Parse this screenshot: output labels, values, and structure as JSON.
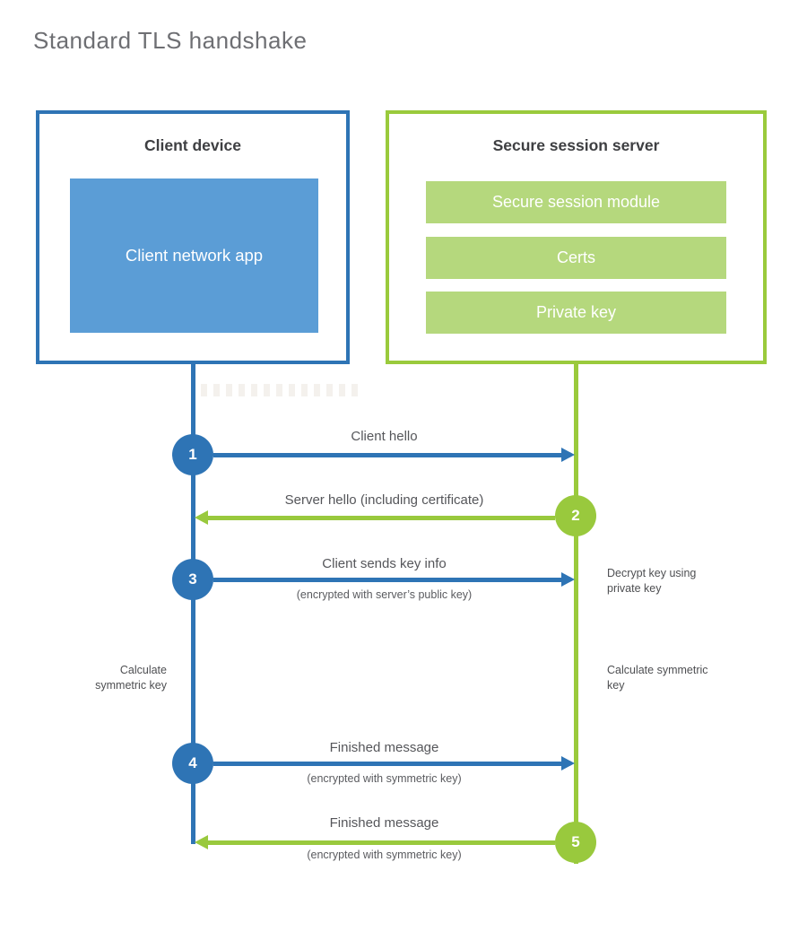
{
  "page": {
    "title": "Standard TLS handshake"
  },
  "colors": {
    "blue": "#2e74b5",
    "blue_fill": "#5b9dd6",
    "green": "#99c93d",
    "green_border": "#9aca3c",
    "green_fill": "#b5d87d",
    "text_gray": "#55565a"
  },
  "client_box": {
    "title": "Client device",
    "app_label": "Client network app"
  },
  "server_box": {
    "title": "Secure session server",
    "modules": [
      "Secure session module",
      "Certs",
      "Private key"
    ]
  },
  "steps": [
    {
      "num": "1",
      "direction": "right",
      "label": "Client hello",
      "sub": ""
    },
    {
      "num": "2",
      "direction": "left",
      "label": "Server hello (including certificate)",
      "sub": ""
    },
    {
      "num": "3",
      "direction": "right",
      "label": "Client sends key info",
      "sub": "(encrypted with server’s public key)"
    },
    {
      "num": "4",
      "direction": "right",
      "label": "Finished message",
      "sub": "(encrypted with symmetric key)"
    },
    {
      "num": "5",
      "direction": "left",
      "label": "Finished message",
      "sub": "(encrypted with symmetric key)"
    }
  ],
  "notes": {
    "decrypt": "Decrypt key using private key",
    "calc_left": "Calculate symmetric key",
    "calc_right": "Calculate symmetric key"
  }
}
